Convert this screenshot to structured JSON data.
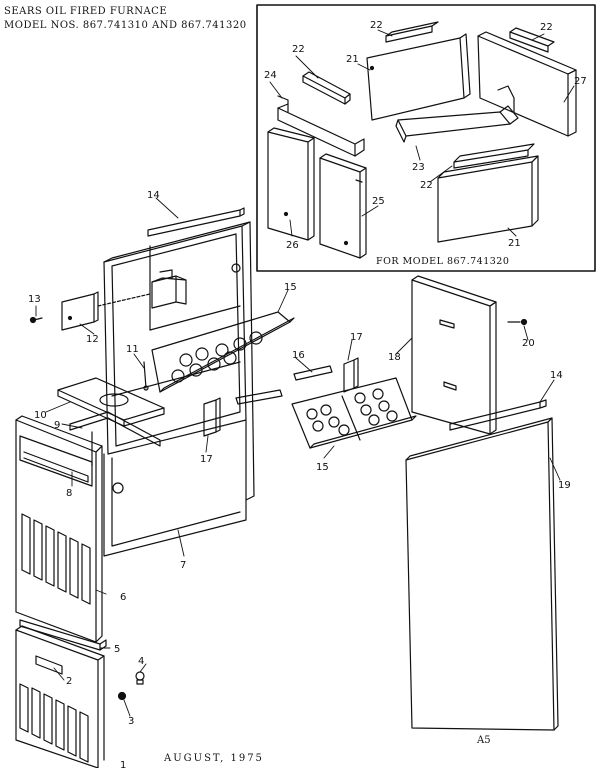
{
  "header": {
    "line1": "SEARS OIL FIRED FURNACE",
    "line2": "MODEL NOS. 867.741310 AND 867.741320"
  },
  "inset": {
    "caption": "FOR MODEL 867.741320"
  },
  "footer": {
    "date": "AUGUST, 1975",
    "ref": "A5"
  },
  "callouts": [
    {
      "id": "c1",
      "text": "1"
    },
    {
      "id": "c2",
      "text": "2"
    },
    {
      "id": "c3",
      "text": "3"
    },
    {
      "id": "c4",
      "text": "4"
    },
    {
      "id": "c5",
      "text": "5"
    },
    {
      "id": "c6",
      "text": "6"
    },
    {
      "id": "c7",
      "text": "7"
    },
    {
      "id": "c8",
      "text": "8"
    },
    {
      "id": "c9",
      "text": "9"
    },
    {
      "id": "c10",
      "text": "10"
    },
    {
      "id": "c11",
      "text": "11"
    },
    {
      "id": "c12",
      "text": "12"
    },
    {
      "id": "c13",
      "text": "13"
    },
    {
      "id": "c14a",
      "text": "14"
    },
    {
      "id": "c14b",
      "text": "14"
    },
    {
      "id": "c15a",
      "text": "15"
    },
    {
      "id": "c15b",
      "text": "15"
    },
    {
      "id": "c16",
      "text": "16"
    },
    {
      "id": "c17a",
      "text": "17"
    },
    {
      "id": "c17b",
      "text": "17"
    },
    {
      "id": "c18",
      "text": "18"
    },
    {
      "id": "c19",
      "text": "19"
    },
    {
      "id": "c20",
      "text": "20"
    },
    {
      "id": "i21a",
      "text": "21"
    },
    {
      "id": "i21b",
      "text": "21"
    },
    {
      "id": "i22a",
      "text": "22"
    },
    {
      "id": "i22b",
      "text": "22"
    },
    {
      "id": "i22c",
      "text": "22"
    },
    {
      "id": "i22d",
      "text": "22"
    },
    {
      "id": "i23",
      "text": "23"
    },
    {
      "id": "i24",
      "text": "24"
    },
    {
      "id": "i25",
      "text": "25"
    },
    {
      "id": "i26",
      "text": "26"
    },
    {
      "id": "i27",
      "text": "27"
    }
  ]
}
